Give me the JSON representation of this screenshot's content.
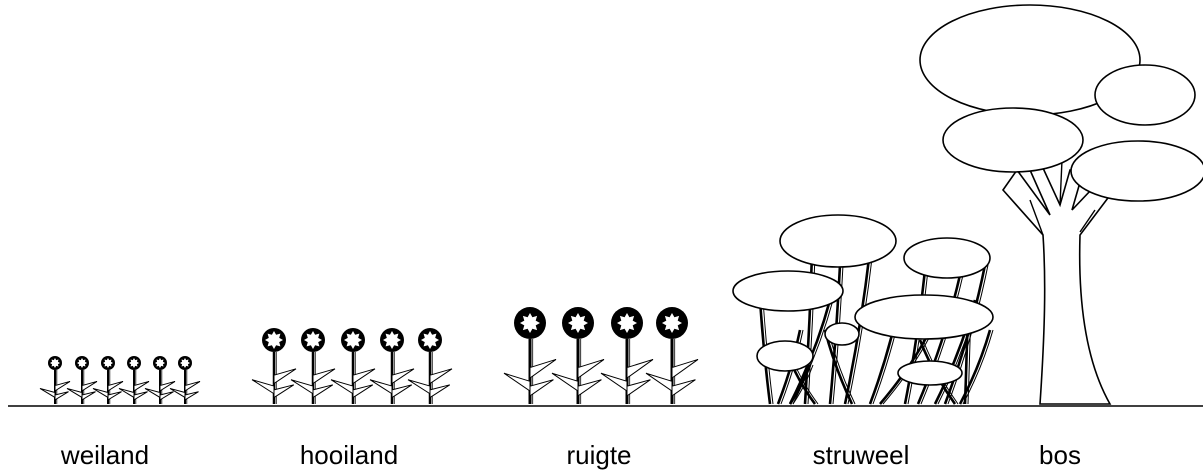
{
  "stages": [
    {
      "id": "weiland",
      "label": "weiland"
    },
    {
      "id": "hooiland",
      "label": "hooiland"
    },
    {
      "id": "ruigte",
      "label": "ruigte"
    },
    {
      "id": "struweel",
      "label": "struweel"
    },
    {
      "id": "bos",
      "label": "bos"
    }
  ],
  "colors": {
    "stroke": "#000000",
    "fill": "#ffffff"
  }
}
